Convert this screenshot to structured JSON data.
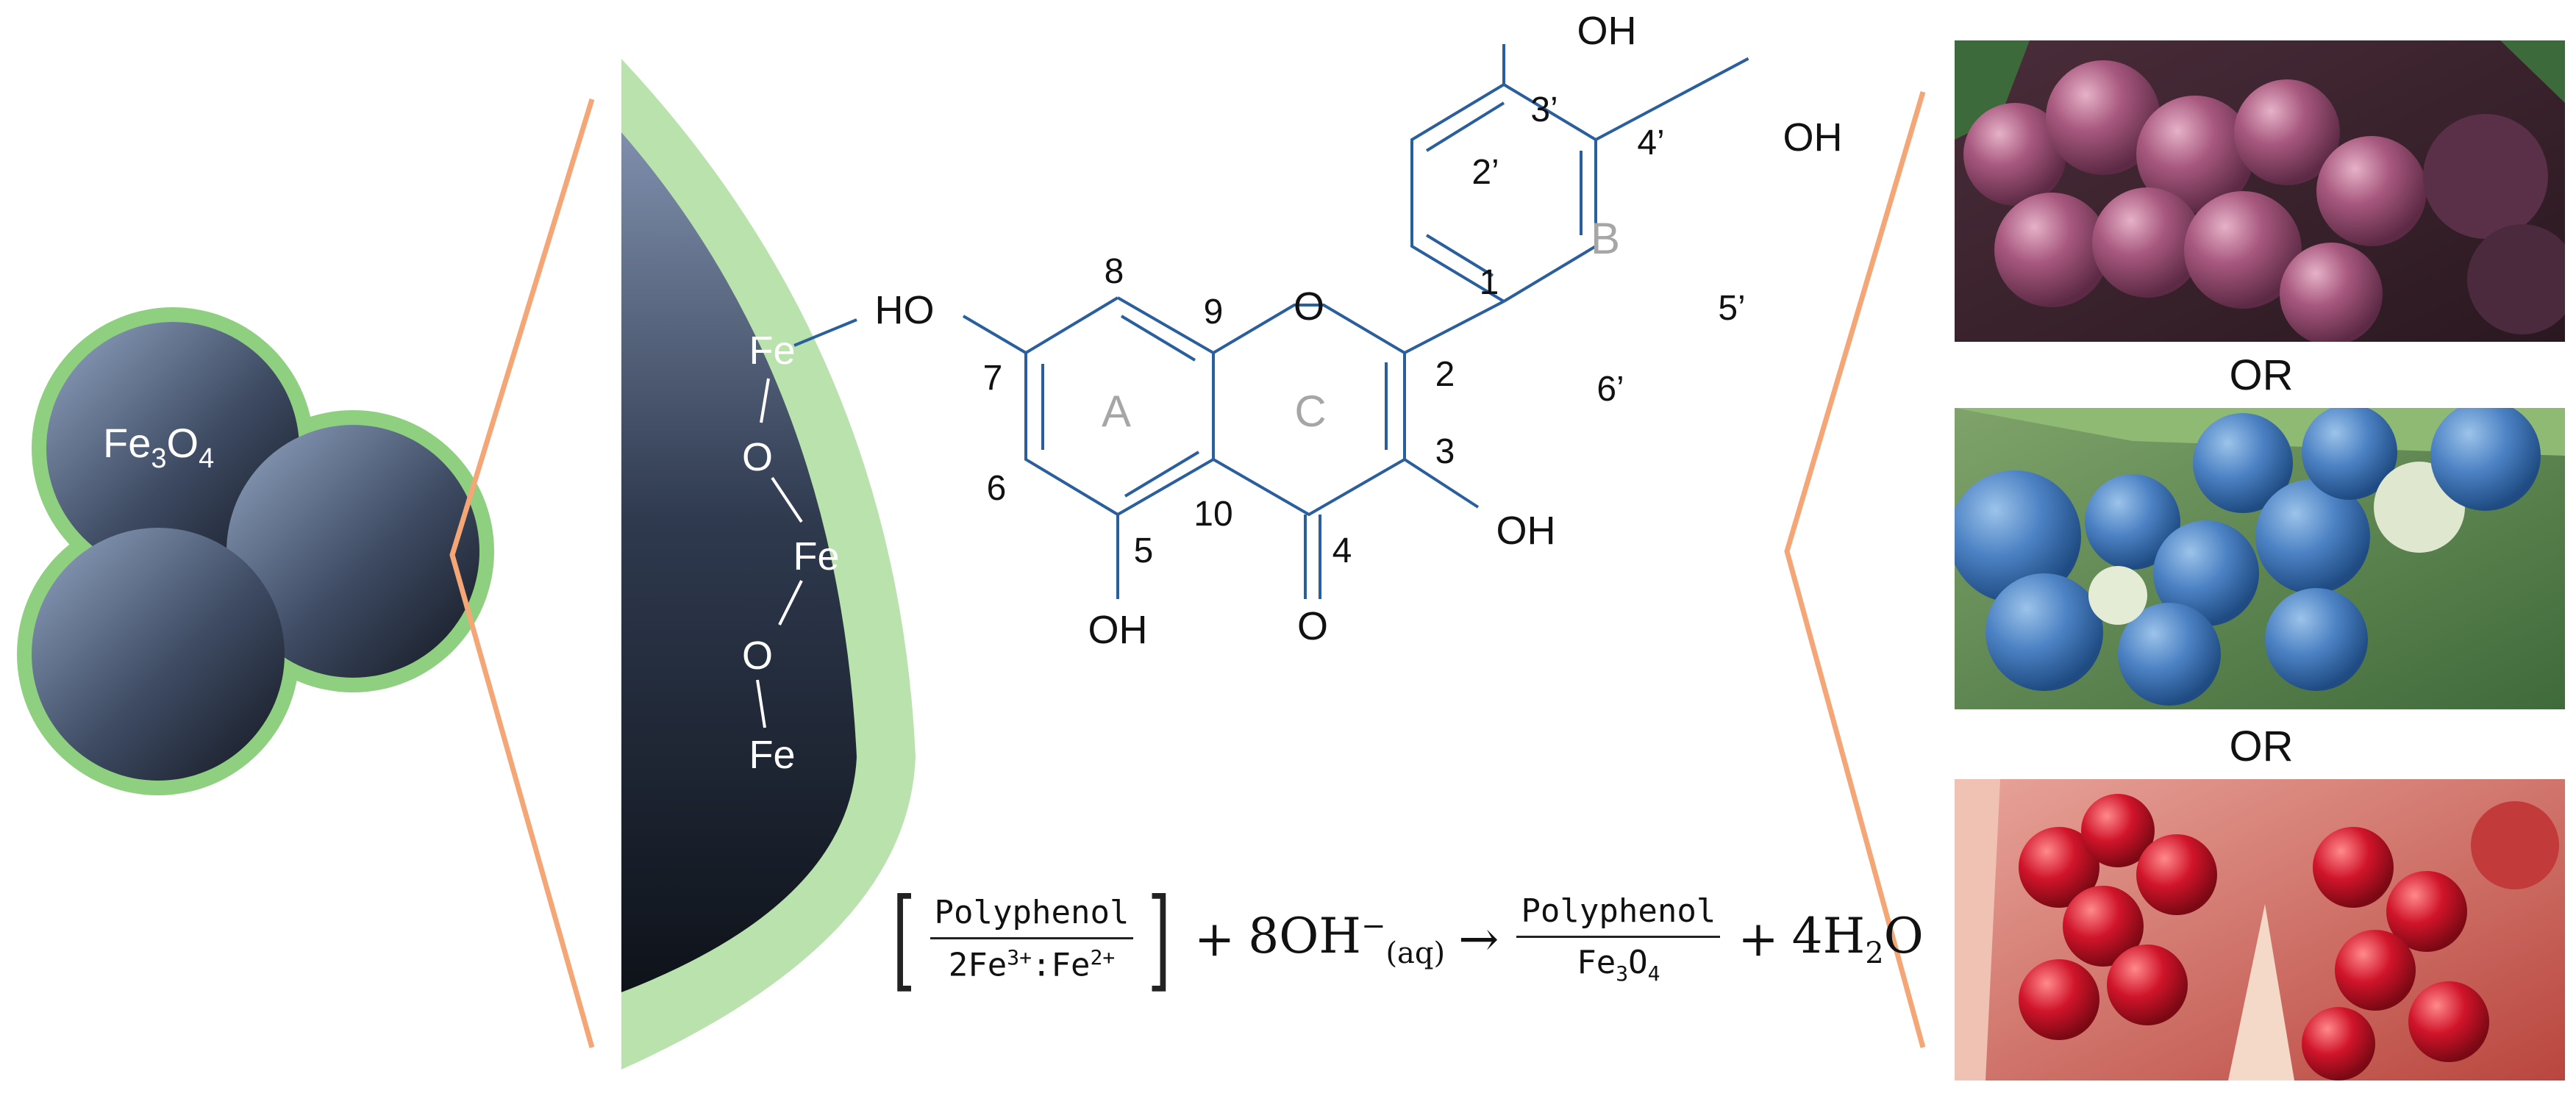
{
  "nanoparticle": {
    "formula_main": "Fe",
    "formula_sub": "3",
    "formula_end": "O",
    "formula_sub2": "4"
  },
  "surface_chain": [
    "Fe",
    "O",
    "Fe",
    "O",
    "Fe"
  ],
  "molecule": {
    "ring_labels": [
      "A",
      "B",
      "C"
    ],
    "atom_numbers": [
      "2’",
      "3’",
      "4’",
      "5’",
      "6’",
      "1",
      "2",
      "3",
      "4",
      "5",
      "6",
      "7",
      "8",
      "9",
      "10"
    ],
    "oxygen": "O",
    "carbonyl_o": "O",
    "hydroxyls": [
      "OH",
      "OH",
      "HO",
      "OH",
      "OH"
    ]
  },
  "sources": {
    "or_label": "OR",
    "items": [
      "grapes",
      "blueberries",
      "pomegranate"
    ]
  },
  "equation": {
    "bracket_num": "Polyphenol",
    "bracket_den_a": "2Fe",
    "bracket_den_sup1": "3+",
    "bracket_den_b": ":Fe",
    "bracket_den_sup2": "2+",
    "plus": "+",
    "hydroxide": "8OH",
    "hydroxide_sup": "−",
    "hydroxide_sub": "(aq)",
    "arrow": "→",
    "product_num": "Polyphenol",
    "product_den_a": "Fe",
    "product_den_sub1": "3",
    "product_den_b": "O",
    "product_den_sub2": "4",
    "water": "4H",
    "water_sub": "2",
    "water_end": "O"
  },
  "colors": {
    "coating": "#8fd080",
    "shell_light": "#b9e2ad",
    "core_dark": "#141a24",
    "core_light": "#8fa1bd",
    "bond_blue": "#2a5f9e",
    "callout": "#f5a676"
  }
}
